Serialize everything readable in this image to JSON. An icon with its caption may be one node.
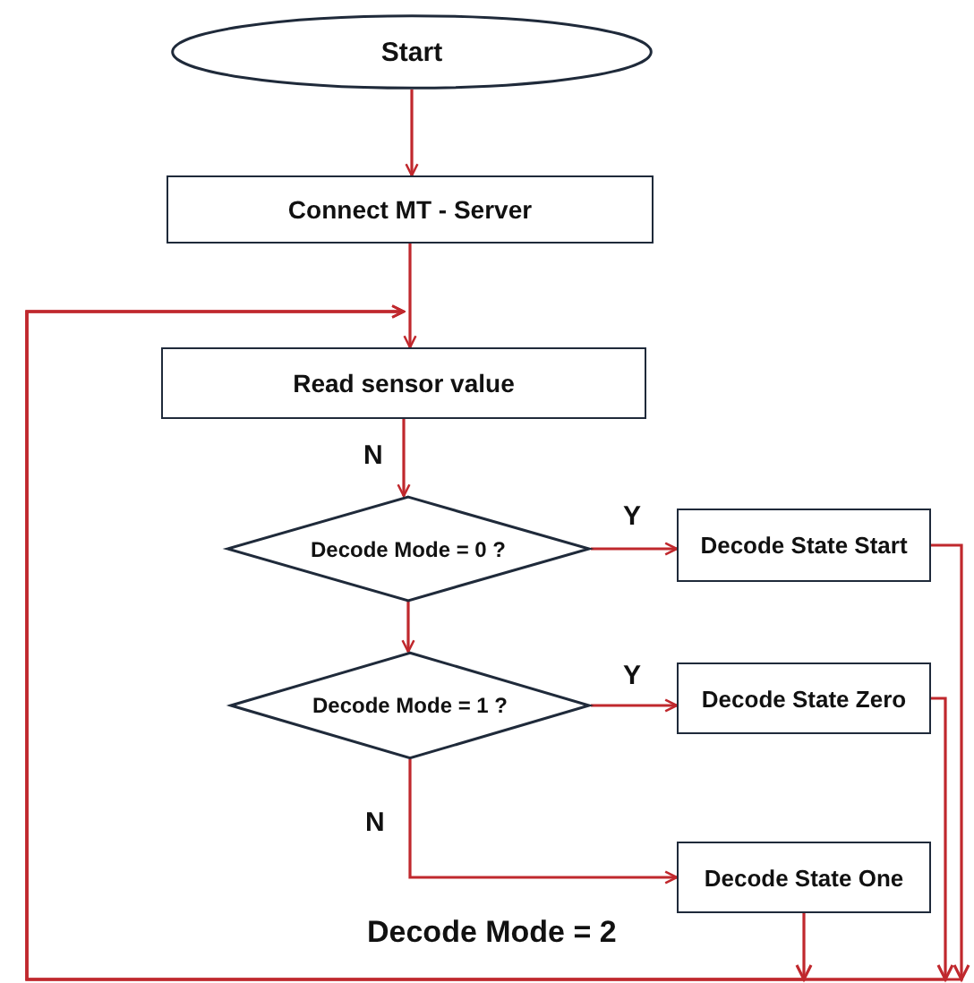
{
  "diagram": {
    "nodes": [
      {
        "text": [
          "Start"
        ]
      },
      {
        "text": [
          "Connect MT - Server"
        ]
      },
      {
        "text": [
          "Read sensor value"
        ]
      },
      {
        "text": [
          "Decode Mode = 0 ?"
        ]
      },
      {
        "text": [
          "Decode State Start"
        ]
      },
      {
        "text": [
          "Decode Mode = 1 ?"
        ]
      },
      {
        "text": [
          "Decode State Zero"
        ]
      },
      {
        "text": [
          "Decode State One"
        ]
      }
    ],
    "edges": [
      {
        "from": 0,
        "to": 1,
        "arrow": "to"
      },
      {
        "from": 1,
        "to": 2,
        "arrow": "to"
      },
      {
        "from": 2,
        "to": 3,
        "arrow": "to",
        "label": "N"
      },
      {
        "from": 3,
        "to": 4,
        "arrow": "to",
        "label": "Y"
      },
      {
        "from": 3,
        "to": 5,
        "arrow": "to"
      },
      {
        "from": 5,
        "to": 6,
        "arrow": "to",
        "label": "Y"
      },
      {
        "from": 5,
        "to": 7,
        "arrow": "to",
        "label": "N"
      },
      {
        "from": 4,
        "to": 2,
        "arrow": "to"
      },
      {
        "from": 6,
        "to": 2,
        "arrow": "to"
      },
      {
        "from": 7,
        "to": 2,
        "arrow": "to"
      }
    ],
    "labels": [
      "Decode Mode = 2"
    ]
  }
}
